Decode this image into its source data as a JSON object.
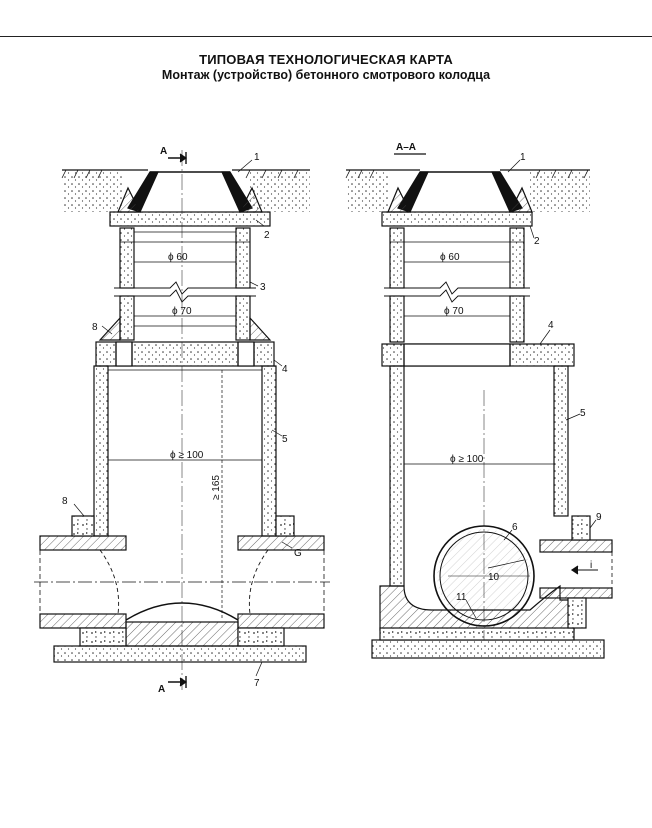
{
  "header": {
    "title": "ТИПОВАЯ ТЕХНОЛОГИЧЕСКАЯ КАРТА",
    "subtitle": "Монтаж (устройство) бетонного смотрового колодца"
  },
  "left_view": {
    "section_mark_top": "А",
    "section_mark_bottom": "А",
    "dim_ring_top": "ϕ 60",
    "dim_neck": "ϕ 70",
    "dim_chamber": "ϕ ≥ 100",
    "dim_height": "≥ 165",
    "callouts": [
      "1",
      "2",
      "3",
      "8",
      "4",
      "5",
      "8",
      "G",
      "7"
    ]
  },
  "right_view": {
    "section_title": "А–А",
    "dim_ring_top": "ϕ 60",
    "dim_neck": "ϕ 70",
    "dim_chamber": "ϕ ≥ 100",
    "flow_mark": "i",
    "callouts": [
      "1",
      "2",
      "4",
      "5",
      "6",
      "9",
      "10",
      "11"
    ]
  },
  "colors": {
    "ink": "#111111",
    "hatch": "#444444",
    "paper": "#ffffff"
  }
}
